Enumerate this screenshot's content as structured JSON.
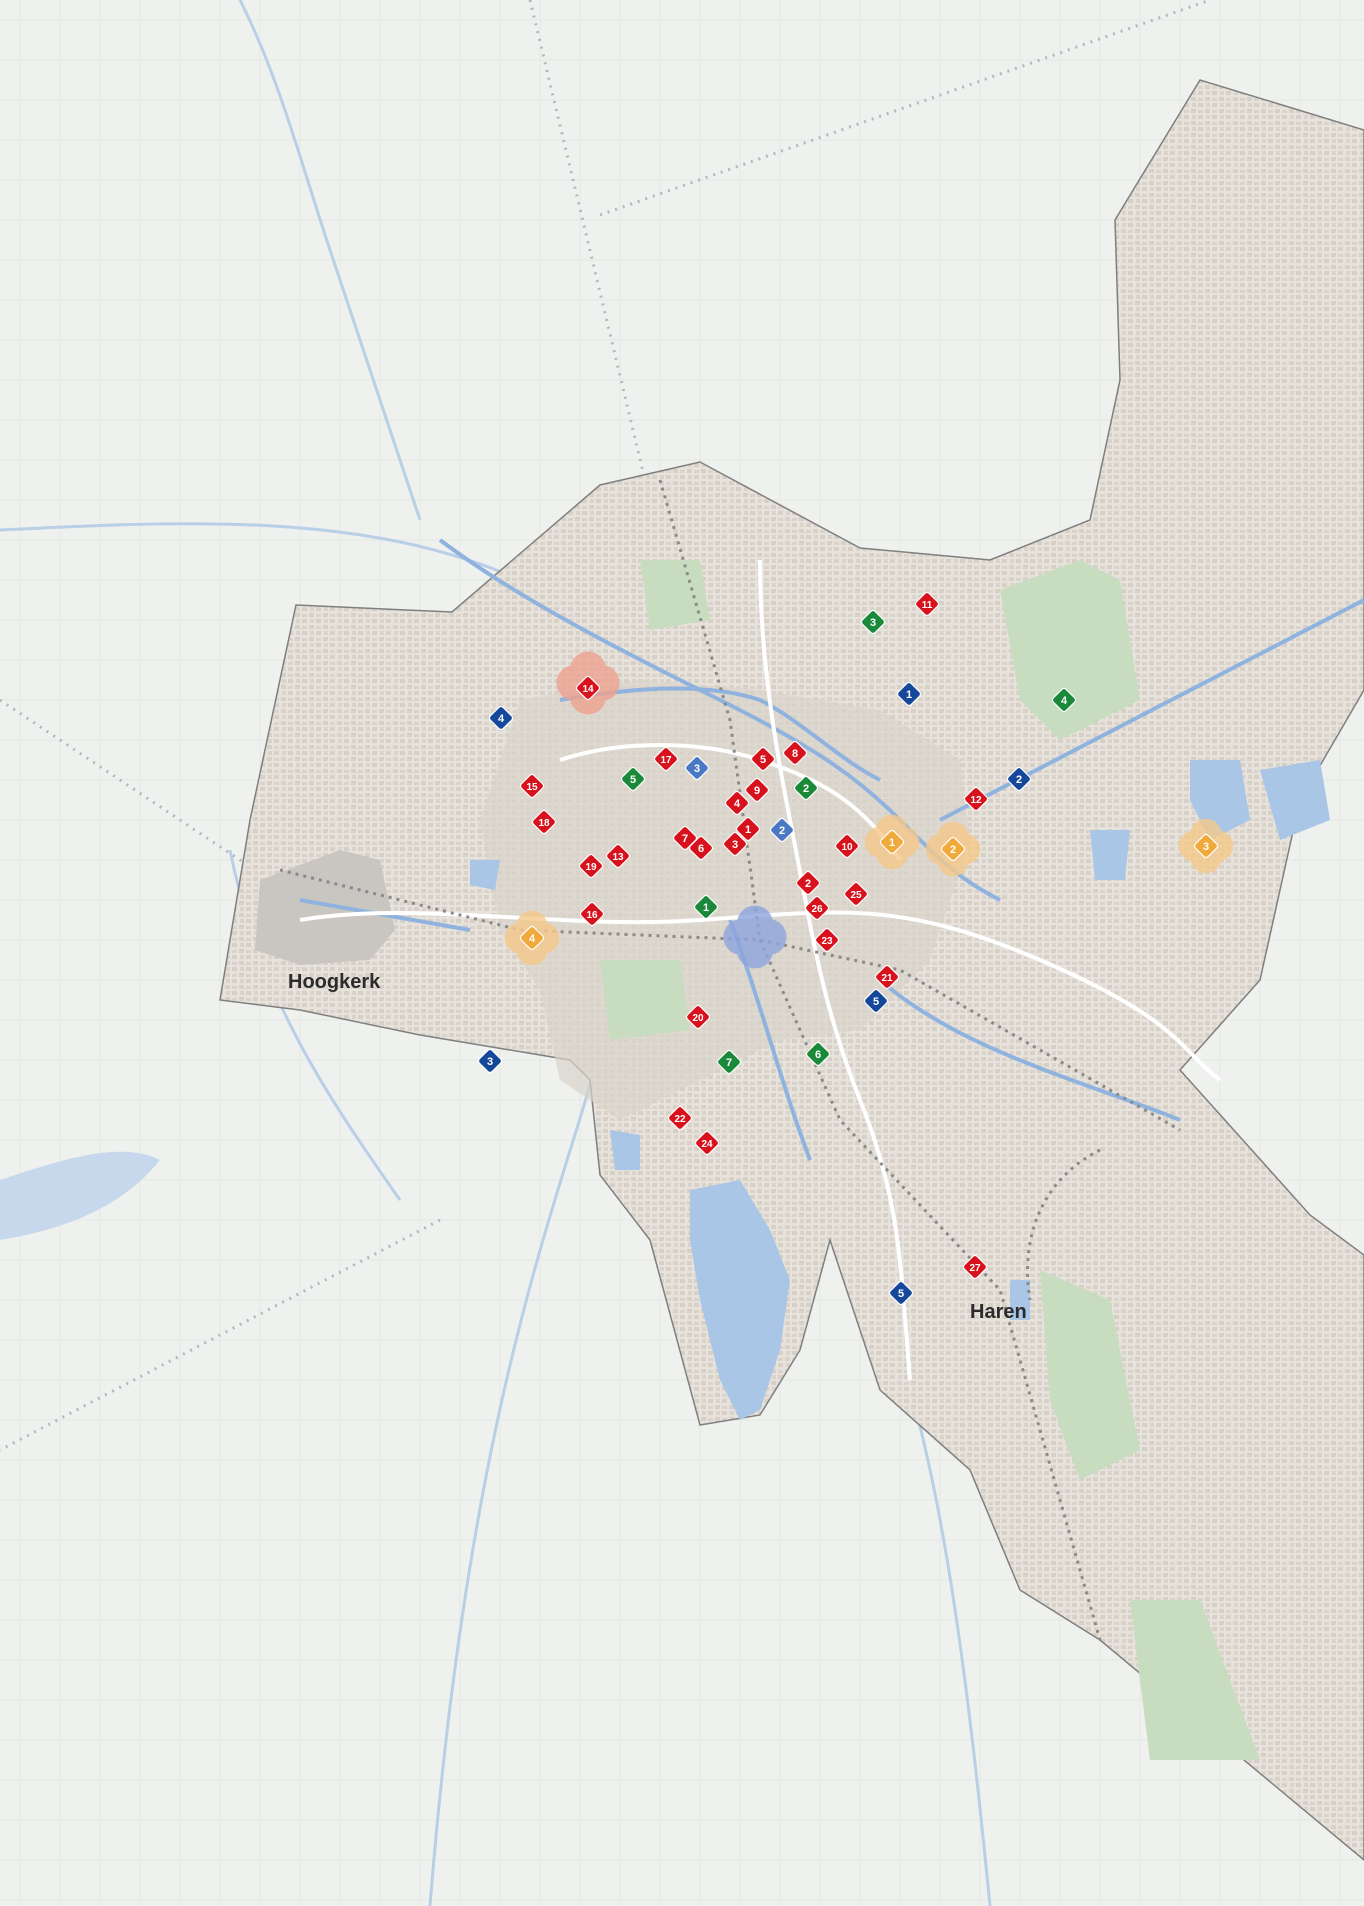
{
  "colors": {
    "background": "#f3f5f4",
    "municipality_fill": "#e7e3dc",
    "urban_block": "#d6d0c6",
    "water": "#a9c6e6",
    "canal": "#8fb3de",
    "green_area": "#b9d3ad",
    "border": "#7f7f7f",
    "railway": "#8a8a8a",
    "road": "#ffffff",
    "red": "#d8121c",
    "blue": "#15479b",
    "mid_blue": "#4a78c4",
    "green": "#1a8a3a",
    "orange": "#f0a93a",
    "halo_red": "#eea28f",
    "halo_blue": "#8ea4de",
    "halo_orange": "#f5c98a"
  },
  "places": [
    {
      "name": "Hoogkerk"
    },
    {
      "name": "Haren"
    }
  ],
  "markers": {
    "red": [
      "1",
      "2",
      "3",
      "4",
      "5",
      "6",
      "7",
      "8",
      "9",
      "10",
      "11",
      "12",
      "13",
      "14",
      "15",
      "16",
      "17",
      "18",
      "19",
      "20",
      "21",
      "22",
      "23",
      "24",
      "25",
      "26",
      "27"
    ],
    "blue": [
      "1",
      "2",
      "3",
      "4",
      "5",
      "5"
    ],
    "mid_blue": [
      "2",
      "3"
    ],
    "green": [
      "1",
      "2",
      "3",
      "4",
      "5",
      "6",
      "7"
    ],
    "orange": [
      "1",
      "2",
      "3",
      "4"
    ]
  },
  "icons": [
    "diamond-marker-icon",
    "highlight-halo-icon"
  ]
}
